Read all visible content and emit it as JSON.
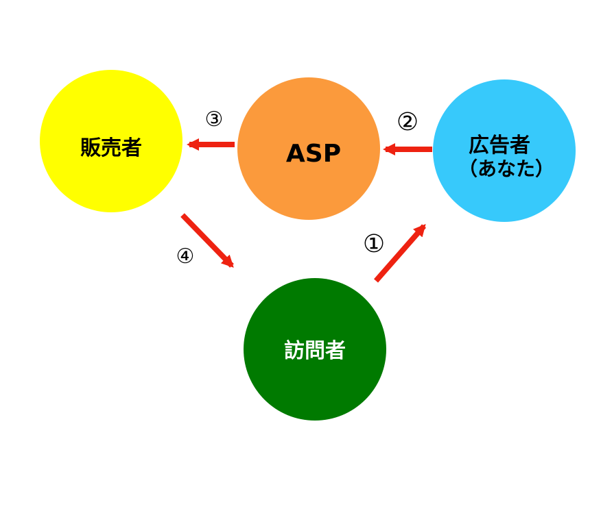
{
  "nodes": {
    "seller": {
      "label": "販売者",
      "color": "#ffff00",
      "text_color": "#000000"
    },
    "asp": {
      "label": "ASP",
      "color": "#fb9a3c",
      "text_color": "#000000"
    },
    "advertiser": {
      "label_line1": "広告者",
      "label_line2": "（あなた）",
      "color": "#37c9fb",
      "text_color": "#000000"
    },
    "visitor": {
      "label": "訪問者",
      "color": "#007a00",
      "text_color": "#ffffff"
    }
  },
  "steps": {
    "step1": "①",
    "step2": "②",
    "step3": "③",
    "step4": "④"
  },
  "arrow_color": "#ee2211"
}
